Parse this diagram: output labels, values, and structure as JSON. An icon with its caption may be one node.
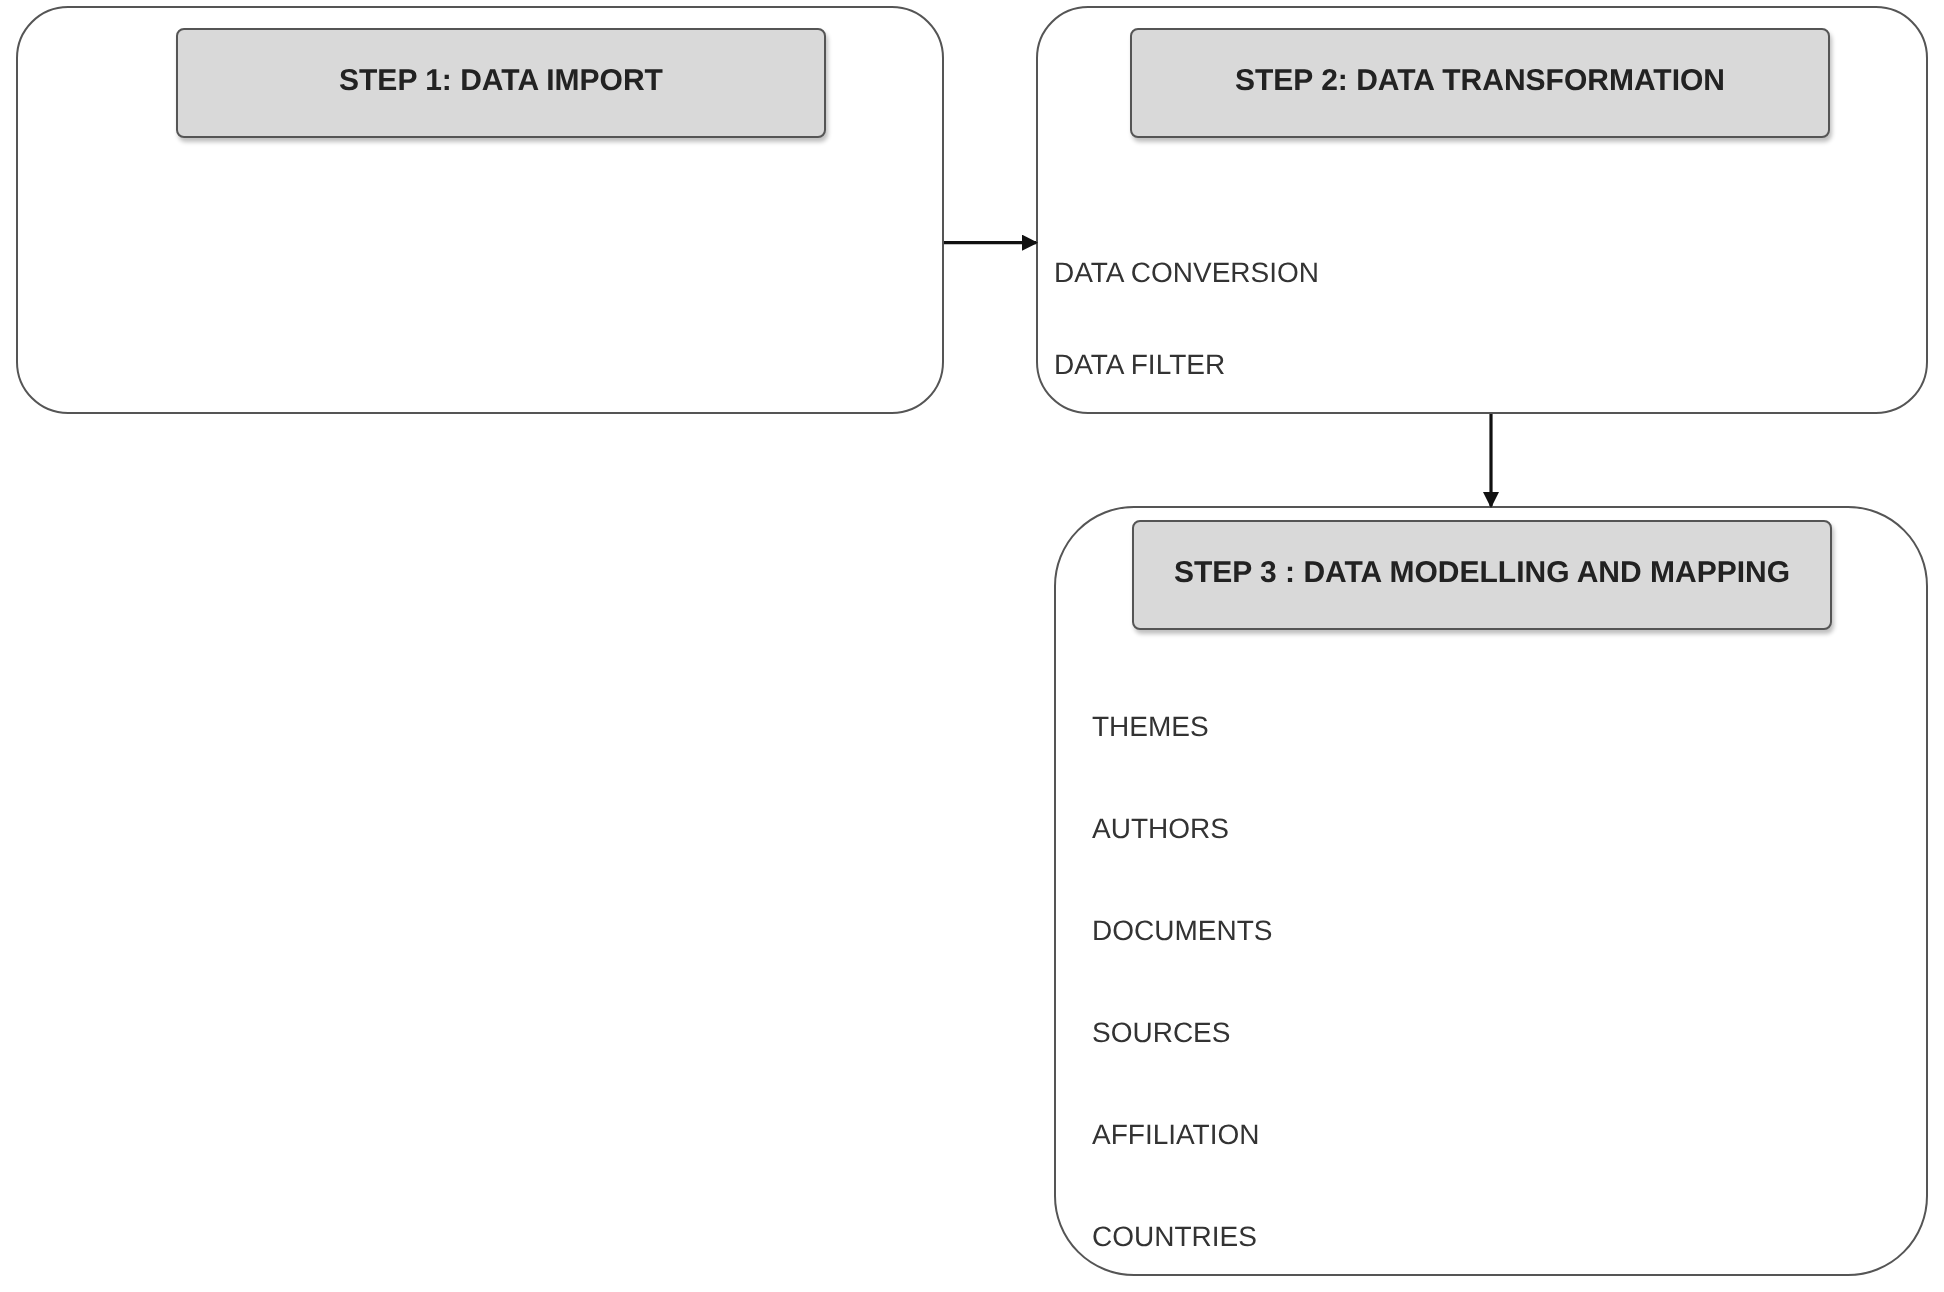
{
  "diagram": {
    "nodes": [
      {
        "text": [],
        "shape": "box"
      },
      {
        "text": [
          "STEP 1: DATA IMPORT"
        ],
        "in": 0
      },
      {
        "text": [
          "DATA CONVERSION",
          "DATA FILTER"
        ]
      },
      {
        "text": [
          "STEP 2: DATA TRANSFORMATION"
        ],
        "in": 2
      },
      {
        "text": [
          "THEMES",
          "AUTHORS",
          "DOCUMENTS",
          "SOURCES",
          "AFFILIATION",
          "COUNTRIES"
        ]
      },
      {
        "text": [
          "STEP 3 : DATA MODELLING AND MAPPING"
        ],
        "in": 4
      }
    ],
    "edges": [
      {
        "from": 0,
        "to": 2,
        "arrow": "to"
      },
      {
        "from": 2,
        "to": 4,
        "arrow": "to"
      }
    ]
  }
}
